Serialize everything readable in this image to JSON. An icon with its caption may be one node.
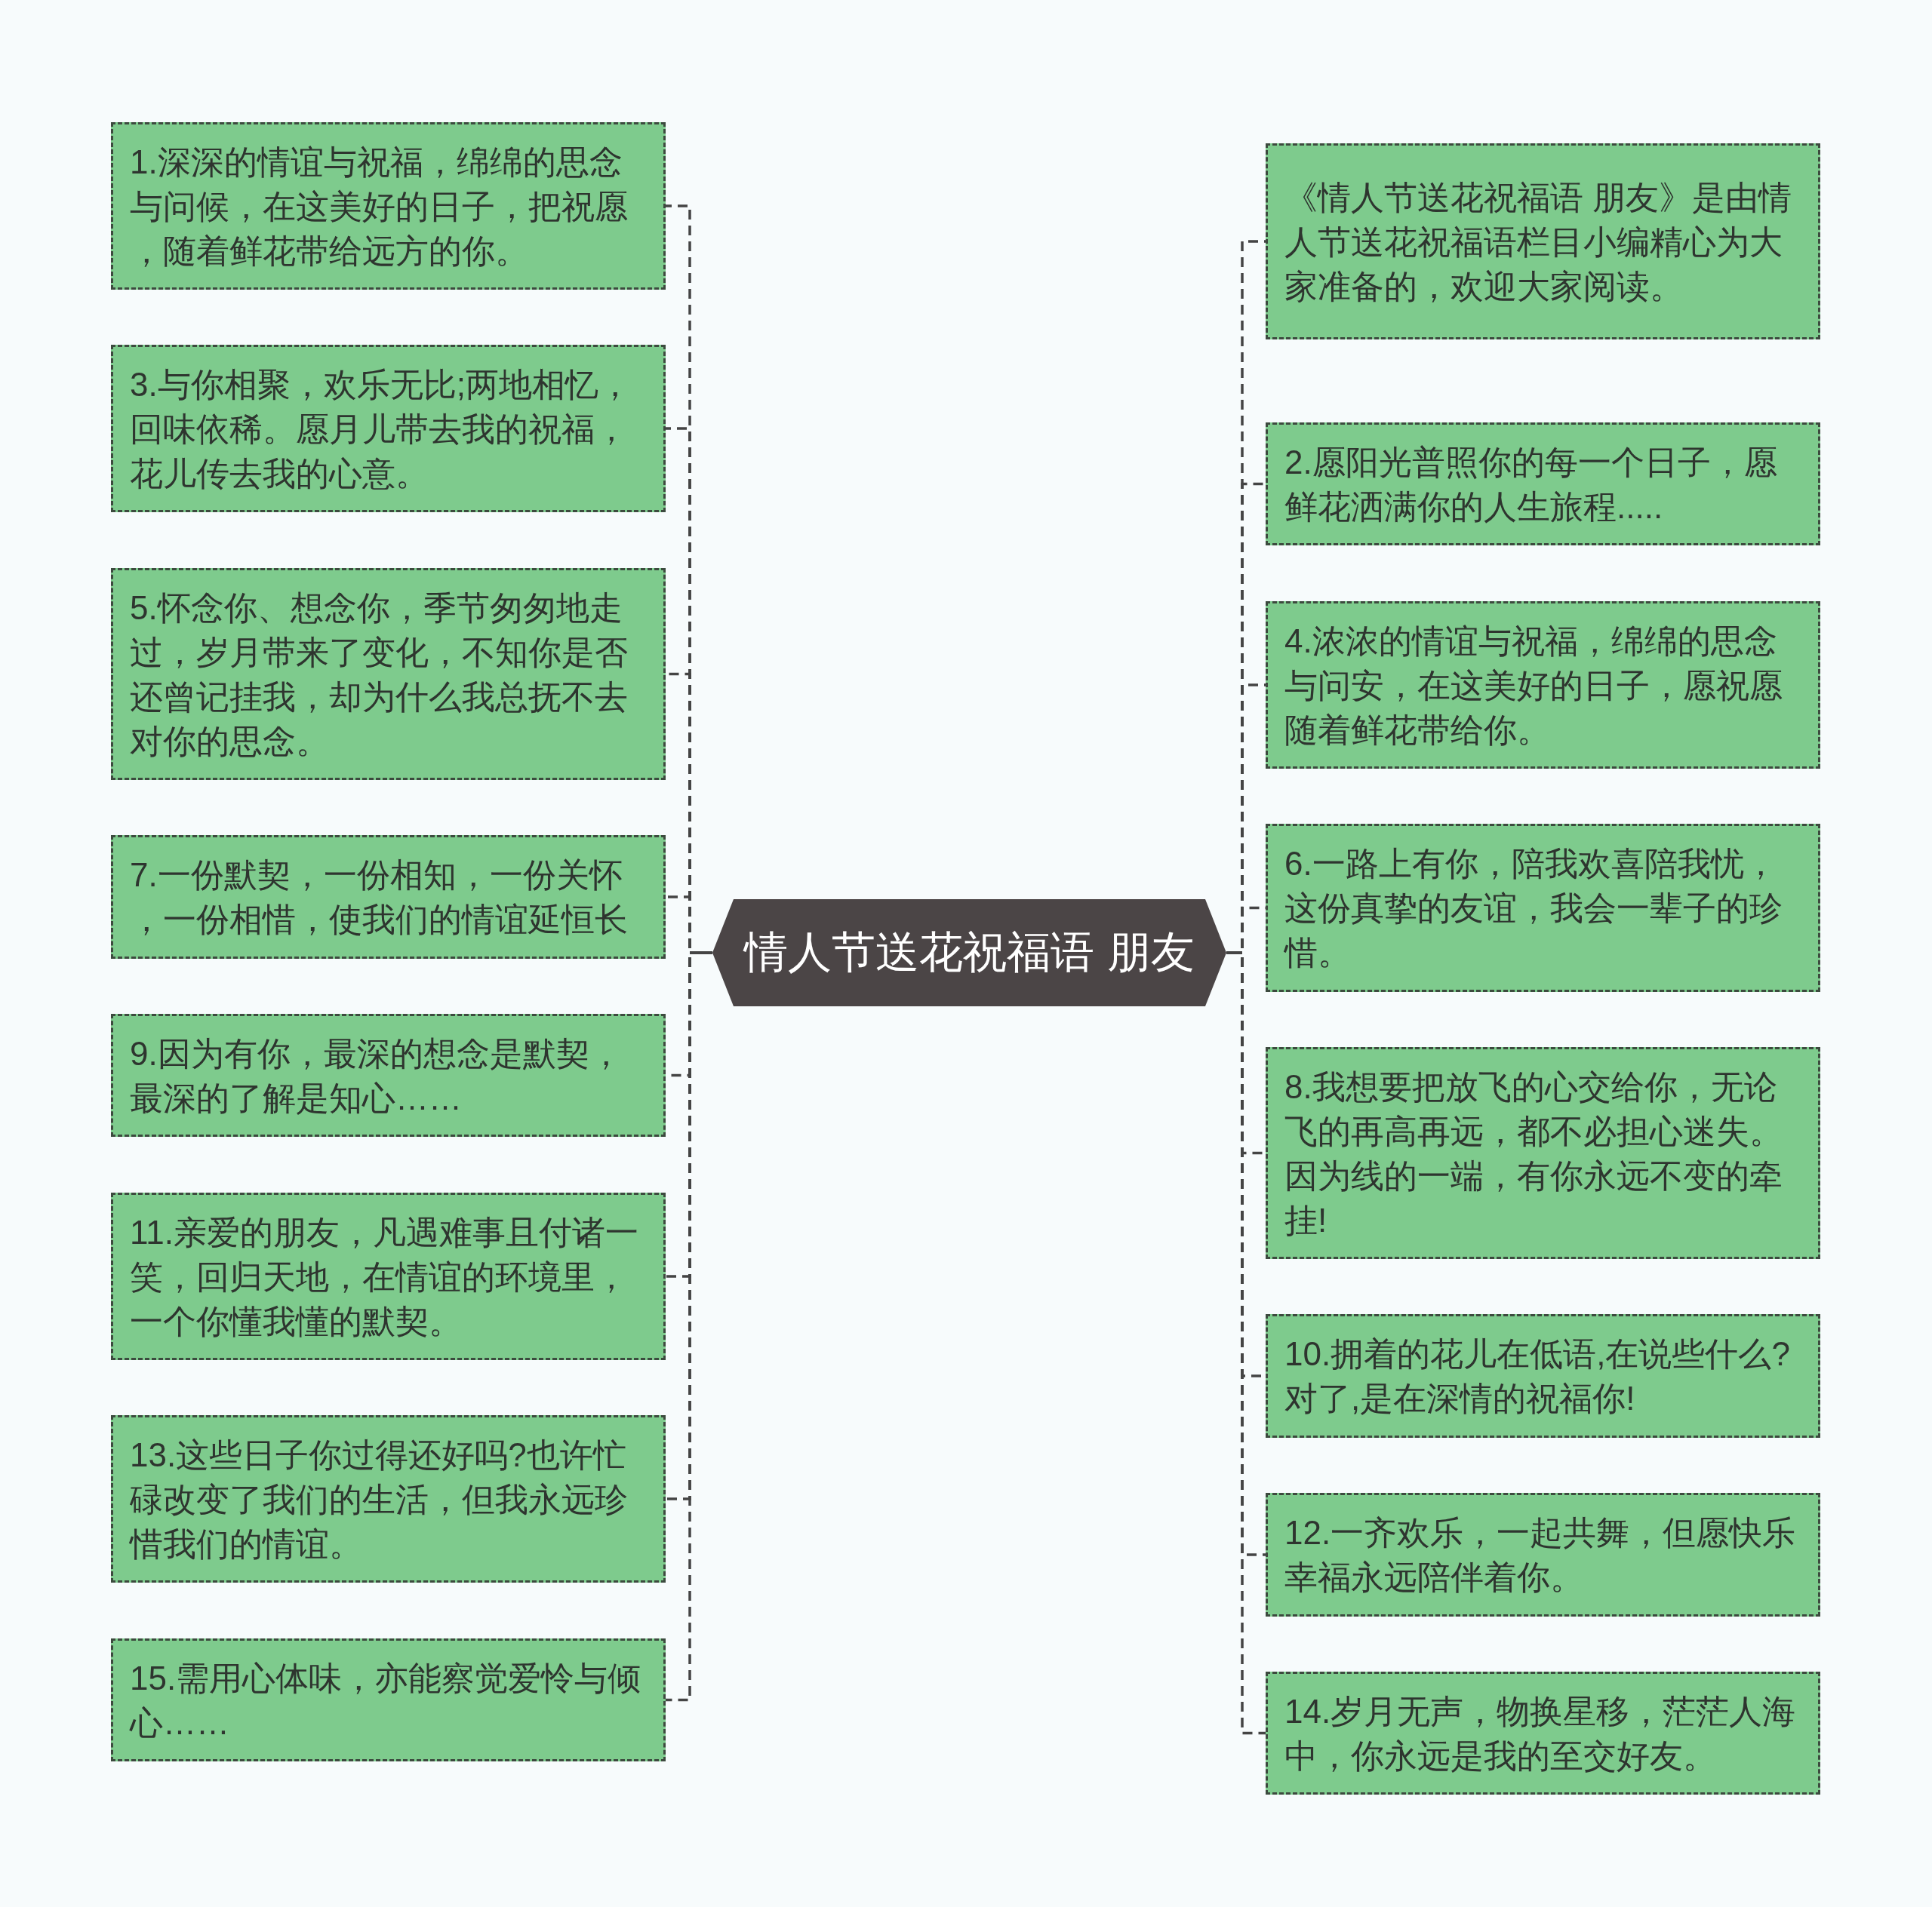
{
  "diagram": {
    "nodes": [
      {
        "text": [
          "情人节送花祝福语 朋友"
        ]
      },
      {
        "text": [
          "1.深深的情谊与祝福，绵绵的思念与问候，在这美好的日子，把祝愿，随着鲜花带给远方的你。"
        ]
      },
      {
        "text": [
          "3.与你相聚，欢乐无比;两地相忆，回味依稀。愿月儿带去我的祝福，花儿传去我的心意。"
        ]
      },
      {
        "text": [
          "5.怀念你、想念你，季节匆匆地走过，岁月带来了变化，不知你是否还曾记挂我，却为什么我总抚不去对你的思念。"
        ]
      },
      {
        "text": [
          "7.一份默契，一份相知，一份关怀，一份相惜，使我们的情谊延恒长"
        ]
      },
      {
        "text": [
          "9.因为有你，最深的想念是默契，最深的了解是知心……"
        ]
      },
      {
        "text": [
          "11.亲爱的朋友，凡遇难事且付诸一笑，回归天地，在情谊的环境里，一个你懂我懂的默契。"
        ]
      },
      {
        "text": [
          "13.这些日子你过得还好吗?也许忙碌改变了我们的生活，但我永远珍惜我们的情谊。"
        ]
      },
      {
        "text": [
          "15.需用心体味，亦能察觉爱怜与倾心……"
        ]
      },
      {
        "text": [
          "《情人节送花祝福语 朋友》是由情人节送花祝福语栏目小编精心为大家准备的，欢迎大家阅读。"
        ]
      },
      {
        "text": [
          "2.愿阳光普照你的每一个日子，愿鲜花洒满你的人生旅程....."
        ]
      },
      {
        "text": [
          "4.浓浓的情谊与祝福，绵绵的思念与问安，在这美好的日子，愿祝愿随着鲜花带给你。"
        ]
      },
      {
        "text": [
          "6.一路上有你，陪我欢喜陪我忧，这份真挚的友谊，我会一辈子的珍惜。"
        ]
      },
      {
        "text": [
          "8.我想要把放飞的心交给你，无论飞的再高再远，都不必担心迷失。因为线的一端，有你永远不变的牵挂!"
        ]
      },
      {
        "text": [
          "10.拥着的花儿在低语,在说些什么?对了,是在深情的祝福你!"
        ]
      },
      {
        "text": [
          "12.一齐欢乐，一起共舞，但愿快乐幸福永远陪伴着你。"
        ]
      },
      {
        "text": [
          "14.岁月无声，物换星移，茫茫人海中，你永远是我的至交好友。"
        ]
      }
    ],
    "edges": [
      {
        "from": 0,
        "to": 1,
        "arrow": "none",
        "style": "dashed"
      },
      {
        "from": 0,
        "to": 2,
        "arrow": "none",
        "style": "dashed"
      },
      {
        "from": 0,
        "to": 3,
        "arrow": "none",
        "style": "dashed"
      },
      {
        "from": 0,
        "to": 4,
        "arrow": "none",
        "style": "dashed"
      },
      {
        "from": 0,
        "to": 5,
        "arrow": "none",
        "style": "dashed"
      },
      {
        "from": 0,
        "to": 6,
        "arrow": "none",
        "style": "dashed"
      },
      {
        "from": 0,
        "to": 7,
        "arrow": "none",
        "style": "dashed"
      },
      {
        "from": 0,
        "to": 8,
        "arrow": "none",
        "style": "dashed"
      },
      {
        "from": 0,
        "to": 9,
        "arrow": "none",
        "style": "dashed"
      },
      {
        "from": 0,
        "to": 10,
        "arrow": "none",
        "style": "dashed"
      },
      {
        "from": 0,
        "to": 11,
        "arrow": "none",
        "style": "dashed"
      },
      {
        "from": 0,
        "to": 12,
        "arrow": "none",
        "style": "dashed"
      },
      {
        "from": 0,
        "to": 13,
        "arrow": "none",
        "style": "dashed"
      },
      {
        "from": 0,
        "to": 14,
        "arrow": "none",
        "style": "dashed"
      },
      {
        "from": 0,
        "to": 15,
        "arrow": "none",
        "style": "dashed"
      },
      {
        "from": 0,
        "to": 16,
        "arrow": "none",
        "style": "dashed"
      }
    ]
  }
}
